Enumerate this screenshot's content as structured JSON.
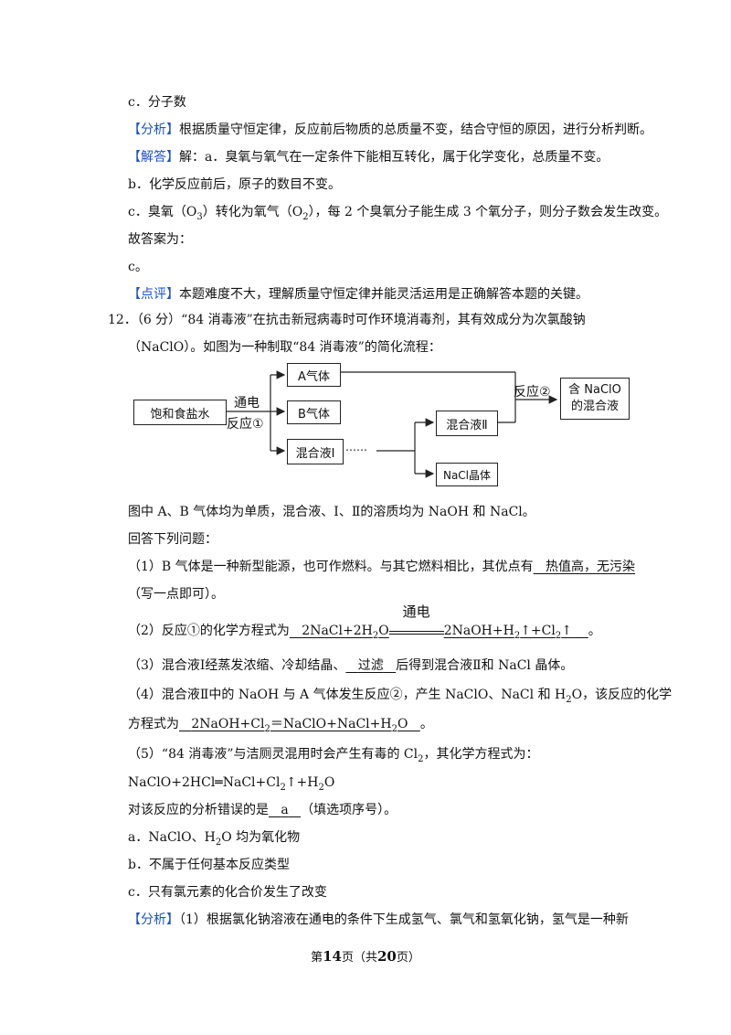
{
  "q11_tail": {
    "c_item": "c．分子数",
    "analysis_tag": "【分析】",
    "analysis_text": "根据质量守恒定律，反应前后物质的总质量不变，结合守恒的原因，进行分析判断。",
    "answer_tag": "【解答】",
    "answer_a": "解：a．臭氧与氧气在一定条件下能相互转化，属于化学变化，总质量不变。",
    "answer_b": "b．化学反应前后，原子的数目不变。",
    "answer_c_prefix": "c．臭氧（O",
    "answer_c_mid1": "）转化为氧气（O",
    "answer_c_mid2": "），每 2 个臭氧分子能生成 3 个氧分子，则分子数会发生改变。",
    "sub3": "3",
    "sub2": "2",
    "final_label": "故答案为：",
    "final_answer": "c。",
    "comment_tag": "【点评】",
    "comment_text": "本题难度不大，理解质量守恒定律并能灵活运用是正确解答本题的关键。"
  },
  "q12": {
    "number": "12．",
    "intro_line1": "（6 分）“84 消毒液”在抗击新冠病毒时可作环境消毒剂，其有效成分为次氯酸钠",
    "intro_line2": "（NaClO）。如图为一种制取“84 消毒液”的简化流程：",
    "diagram": {
      "start_box": "饱和食盐水",
      "arrow1_top": "通电",
      "arrow1_bottom": "反应①",
      "box_a": "A气体",
      "box_b": "B气体",
      "box_mix1": "混合液Ⅰ",
      "dots": "……",
      "box_mix2": "混合液Ⅱ",
      "box_nacl": "NaCl晶体",
      "arrow2_label": "反应②",
      "end_box_line1": "含 NaClO",
      "end_box_line2": "的混合液"
    },
    "note": "图中 A、B 气体均为单质，混合液、Ⅰ、Ⅱ的溶质均为 NaOH 和 NaCl。",
    "answer_prompt": "回答下列问题：",
    "p1_text": "（1）B 气体是一种新型能源，也可作燃料。与其它燃料相比，其优点有",
    "p1_answer": "热值高，无污染",
    "p1_note": "（写一点即可）。",
    "p2_prefix": "（2）反应①的化学方程式为",
    "p2_left": "2NaCl+2H",
    "p2_cond": "通电",
    "p2_right": "2NaOH+H",
    "p2_right_mid": "↑+Cl",
    "p2_right_end": "↑",
    "p2_end": "。",
    "p3_prefix": "（3）混合液Ⅰ经蒸发浓缩、冷却结晶、",
    "p3_answer": "过滤",
    "p3_suffix": "后得到混合液Ⅱ和 NaCl 晶体。",
    "p4_line1_a": "（4）混合液Ⅱ中的 NaOH 与 A 气体发生反应②，产生 NaClO、NaCl 和 H",
    "p4_line1_b": "O，该反应的化学",
    "p4_line2_prefix": "方程式为",
    "p4_answer_a": "2NaOH+Cl",
    "p4_answer_b": "＝NaClO+NaCl+H",
    "p4_answer_c": "O",
    "p4_end": "。",
    "p5_line1_a": "（5）“84 消毒液”与洁厕灵混用时会产生有毒的 Cl",
    "p5_line1_b": "，其化学方程式为：",
    "p5_eq_a": "NaClO+2HCl═NaCl+Cl",
    "p5_eq_b": "↑+H",
    "p5_eq_c": "O",
    "p5_question_prefix": "对该反应的分析错误的是",
    "p5_answer": "a",
    "p5_question_suffix": "（填选项序号）。",
    "opt_a_1": "a．NaClO、H",
    "opt_a_2": "O 均为氧化物",
    "opt_b": "b．不属于任何基本反应类型",
    "opt_c": "c．只有氯元素的化合价发生了改变",
    "analysis_tag": "【分析】",
    "analysis_text": "（1）根据氯化钠溶液在通电的条件下生成氢气、氯气和氢氧化钠，氢气是一种新"
  },
  "footer": {
    "prefix": "第",
    "page": "14",
    "mid": "页（共",
    "total": "20",
    "suffix": "页）"
  }
}
